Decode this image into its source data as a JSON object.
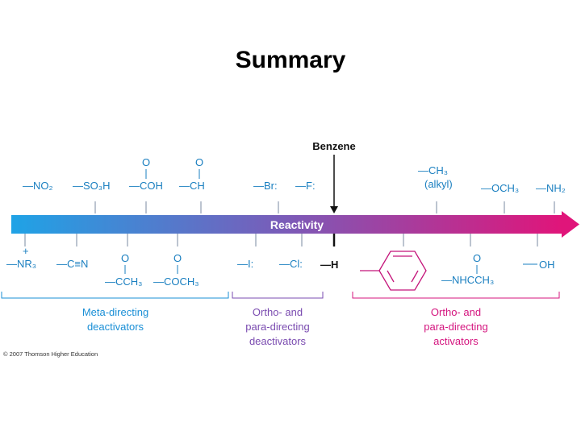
{
  "title": "Summary",
  "benzene_label": "Benzene",
  "axis_label": "Reactivity",
  "top_substituents": [
    {
      "id": "no2",
      "text": "—NO₂"
    },
    {
      "id": "so3h",
      "text": "—SO₃H"
    },
    {
      "id": "cooh",
      "text": "—COH"
    },
    {
      "id": "cho",
      "text": "—CH"
    },
    {
      "id": "br",
      "text": "—Br:"
    },
    {
      "id": "f",
      "text": "—F:"
    },
    {
      "id": "ch3",
      "text": "—CH₃"
    },
    {
      "id": "alkyl",
      "text": "(alkyl)"
    },
    {
      "id": "och3",
      "text": "—OCH₃"
    },
    {
      "id": "nh2",
      "text": "—NH₂"
    }
  ],
  "bottom_substituents": [
    {
      "id": "nr3",
      "text": "—NR₃"
    },
    {
      "id": "cn",
      "text": "—C≡N"
    },
    {
      "id": "coch3",
      "text": "—CCH₃"
    },
    {
      "id": "cooch3",
      "text": "—COCH₃"
    },
    {
      "id": "i",
      "text": "—I:"
    },
    {
      "id": "cl",
      "text": "—Cl:"
    },
    {
      "id": "h",
      "text": "—H"
    },
    {
      "id": "nhcoch3",
      "text": "—NHCCH₃"
    },
    {
      "id": "oh",
      "text": "OH"
    }
  ],
  "symbols": {
    "carbonyl_o": "O",
    "plus": "+"
  },
  "groups": [
    {
      "id": "meta",
      "line1": "Meta-directing",
      "line2": "deactivators",
      "line3": ""
    },
    {
      "id": "op-deact",
      "line1": "Ortho- and",
      "line2": "para-directing",
      "line3": "deactivators"
    },
    {
      "id": "op-act",
      "line1": "Ortho- and",
      "line2": "para-directing",
      "line3": "activators"
    }
  ],
  "copyright": "© 2007 Thomson Higher Education",
  "colors": {
    "blue": "#1a8fd6",
    "purple": "#7a4bb0",
    "magenta": "#d4147e"
  }
}
